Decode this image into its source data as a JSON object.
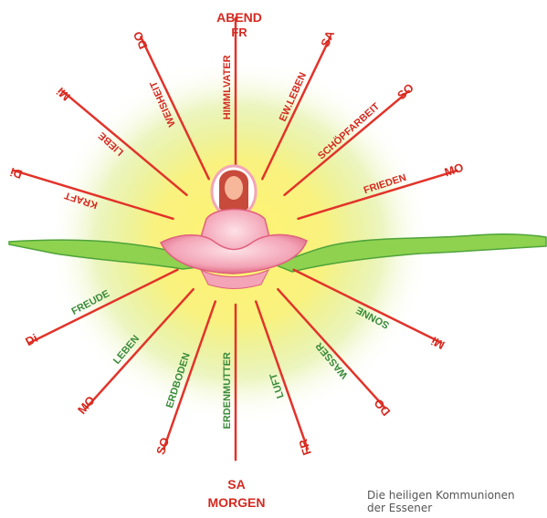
{
  "caption": {
    "line1": "Die heiligen Kommunionen",
    "line2": "der Essener"
  },
  "colors": {
    "red": "#e2332a",
    "green": "#2f8a2f",
    "label_red": "#d42a20",
    "label_green": "#3a8a3a"
  },
  "top_labels": [
    "ABEND",
    "FR"
  ],
  "bottom_labels": [
    "SA",
    "MORGEN"
  ],
  "rays_upper": [
    {
      "word": "HIMMLVATER",
      "day": "",
      "color": "red"
    },
    {
      "word": "WEISHEIT",
      "day": "DO",
      "color": "red"
    },
    {
      "word": "EW.LEBEN",
      "day": "SA",
      "color": "red"
    },
    {
      "word": "LIEBE",
      "day": "Mi",
      "color": "red"
    },
    {
      "word": "SCHÖPFARBEIT",
      "day": "SO",
      "color": "red"
    },
    {
      "word": "KRAFT",
      "day": "Di",
      "color": "red"
    },
    {
      "word": "FRIEDEN",
      "day": "MO",
      "color": "red"
    }
  ],
  "rays_lower": [
    {
      "word": "FREUDE",
      "day": "Di",
      "color": "green"
    },
    {
      "word": "SONNE",
      "day": "Mi",
      "color": "green"
    },
    {
      "word": "LEBEN",
      "day": "MO",
      "color": "green"
    },
    {
      "word": "WASSER",
      "day": "DO",
      "color": "green"
    },
    {
      "word": "ERDBODEN",
      "day": "SO",
      "color": "green"
    },
    {
      "word": "ERDENMUTTER",
      "day": "",
      "color": "green"
    },
    {
      "word": "LUFT",
      "day": "FR",
      "color": "green"
    }
  ]
}
